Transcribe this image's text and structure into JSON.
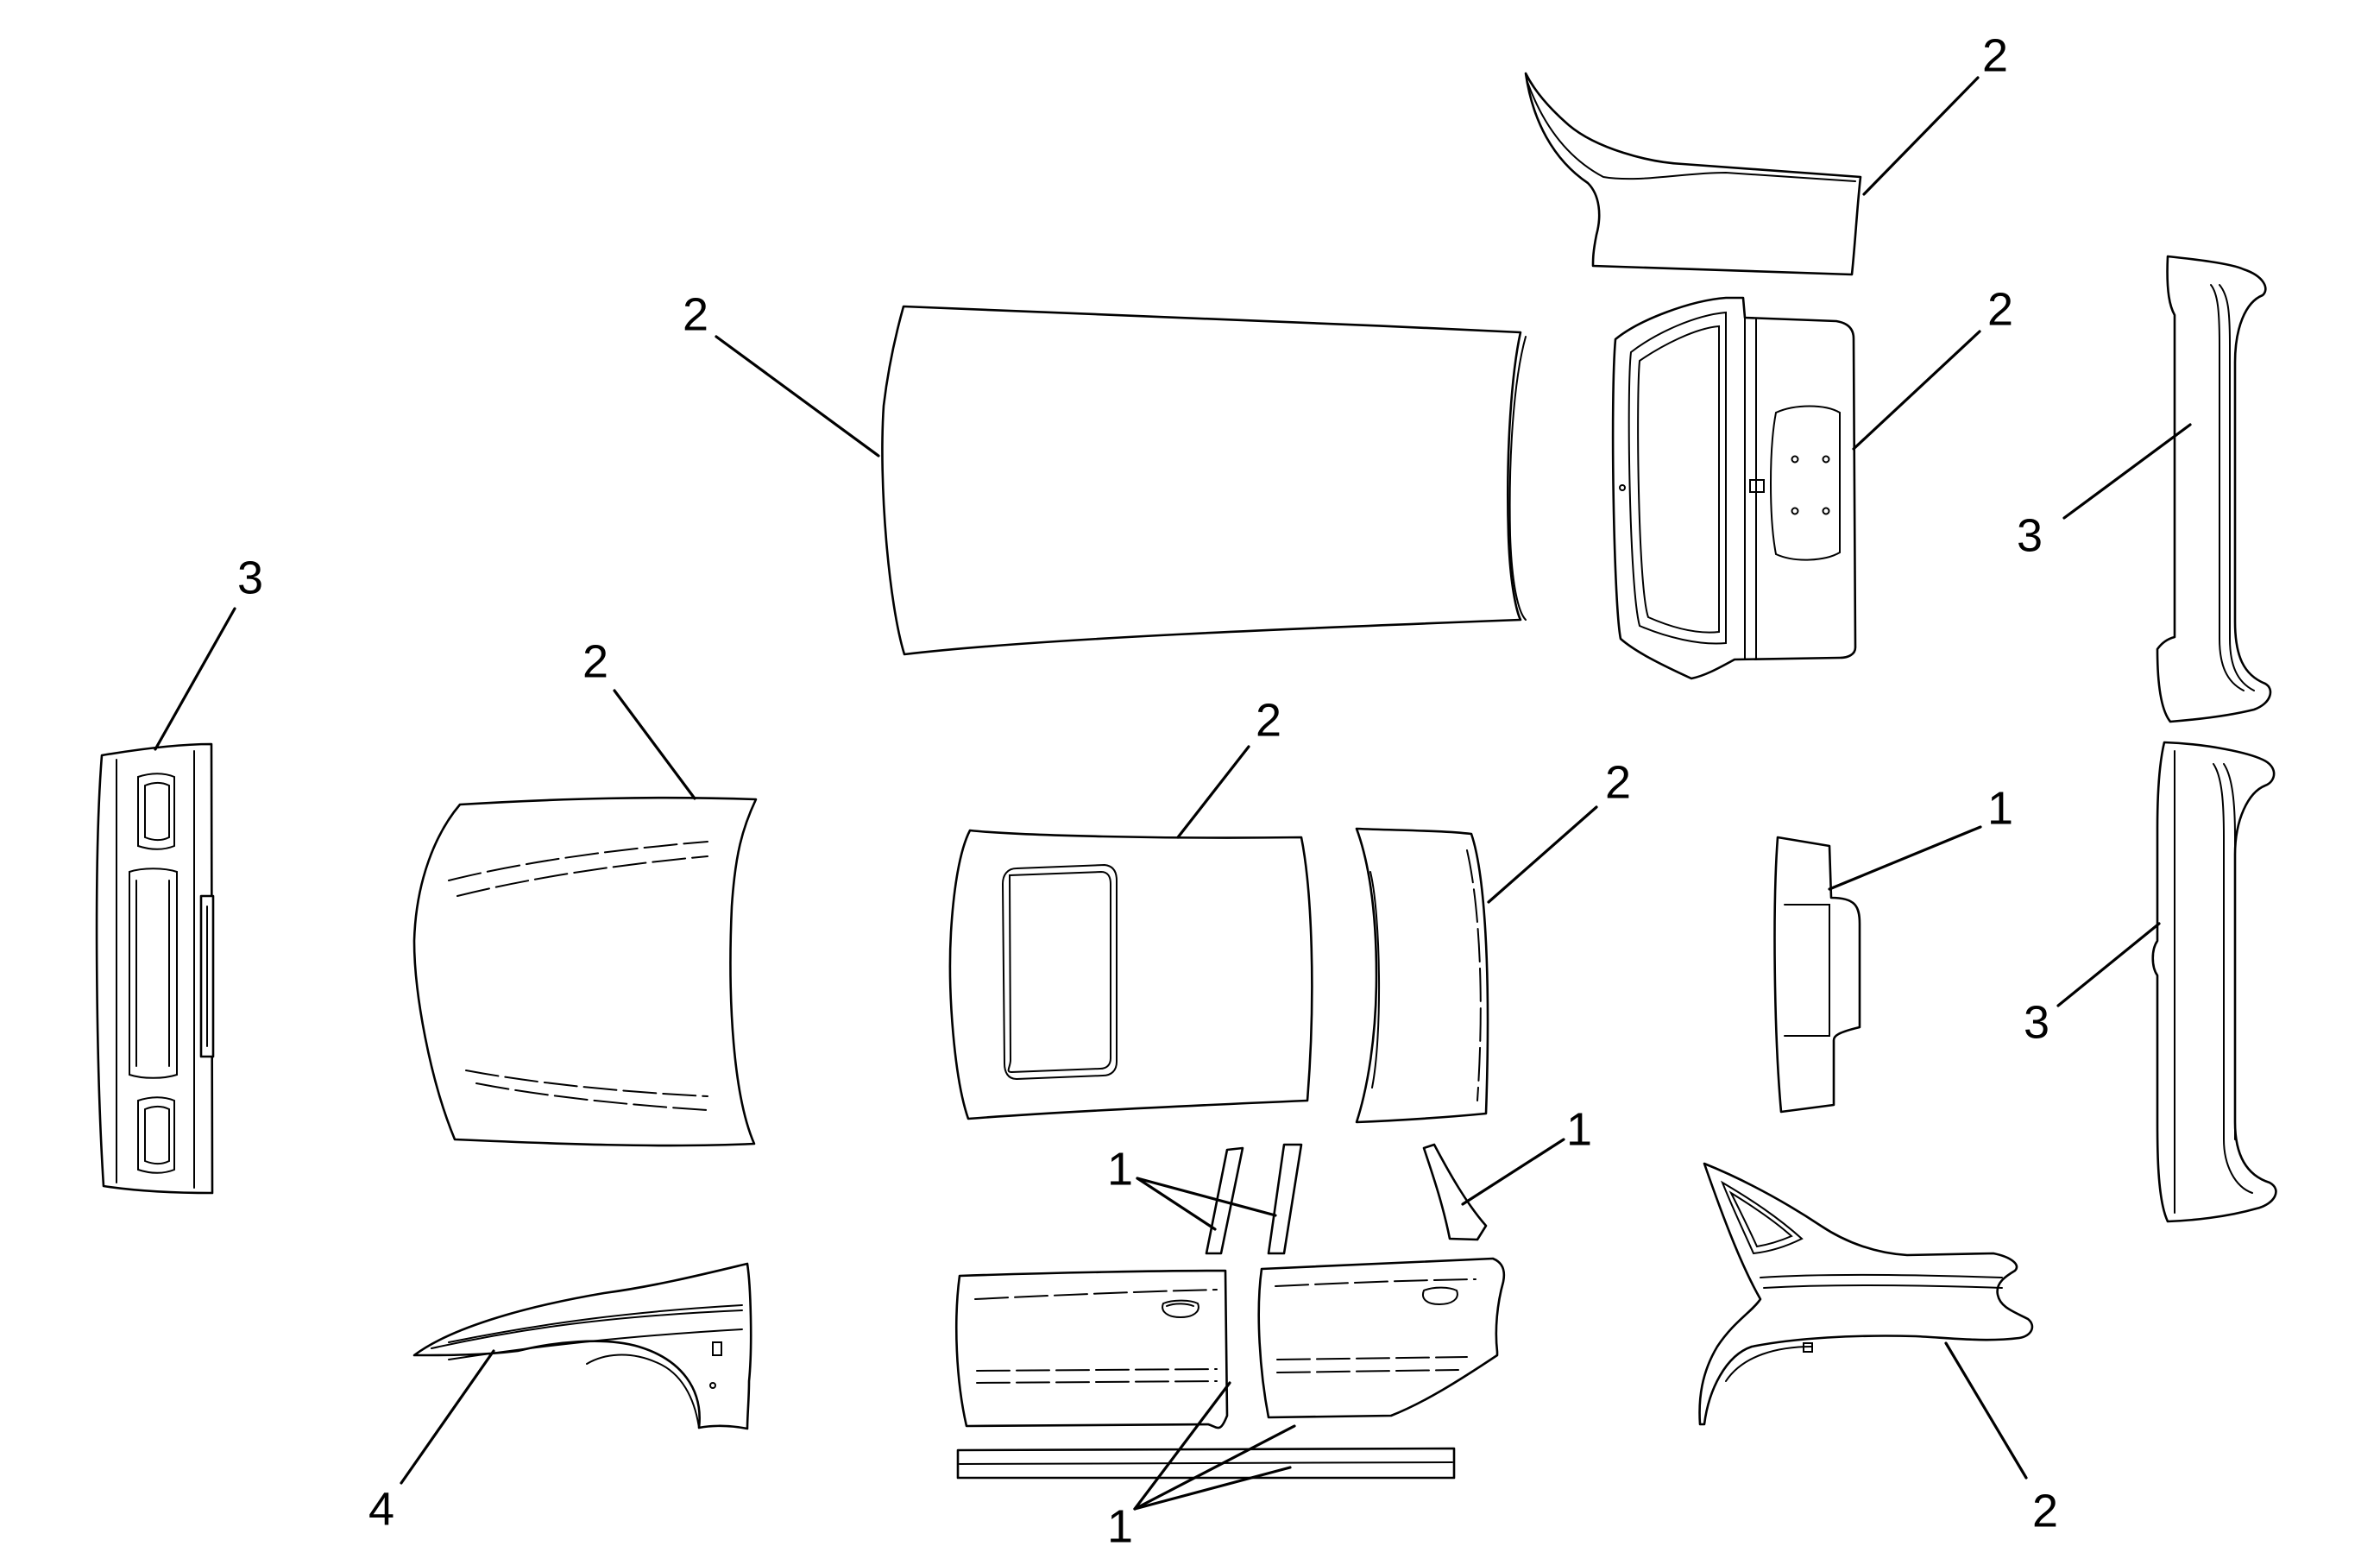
{
  "colors": {
    "line": "#000000",
    "background": "#ffffff"
  },
  "callouts": {
    "roof_panel": "2",
    "quarter_upper": "2",
    "liftgate": "2",
    "rear_bumper_upper": "3",
    "front_bumper": "3",
    "hood": "2",
    "roof_sunroof": "2",
    "roof_rear": "2",
    "pillar_trim": "1",
    "rear_bumper_lower": "3",
    "window_trim": "1",
    "door_trim": "1",
    "door_moldings": "1",
    "quarter_panel": "2",
    "fender": "4"
  }
}
